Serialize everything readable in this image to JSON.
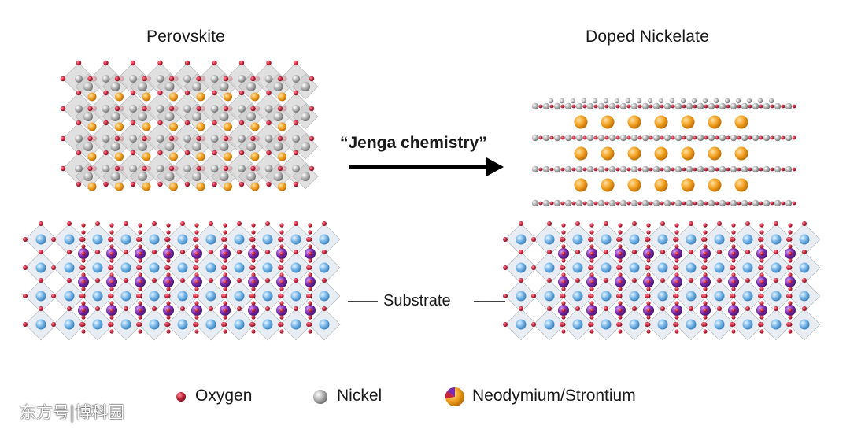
{
  "labels": {
    "left_title": "Perovskite",
    "right_title": "Doped Nickelate",
    "process": "“Jenga chemistry”",
    "substrate": "Substrate"
  },
  "legend": [
    {
      "label": "Oxygen",
      "color": "#c8233a"
    },
    {
      "label": "Nickel",
      "color": "#9a9a9a"
    },
    {
      "label": "Neodymium/Strontium",
      "color": "#f0a020",
      "accent": "#7a2ab0"
    }
  ],
  "watermark": "东方号|博科园",
  "colors": {
    "oxygen": "#c8233a",
    "nickel": "#a0a0a0",
    "neodymium": "#f0a020",
    "strontium": "#7a2ab0",
    "substrate_ion": "#6fb2e6",
    "substrate_a_site": "#7a2ab0",
    "octahedron": "#d9d9d9",
    "substrate_octahedron": "#dde6ee"
  }
}
